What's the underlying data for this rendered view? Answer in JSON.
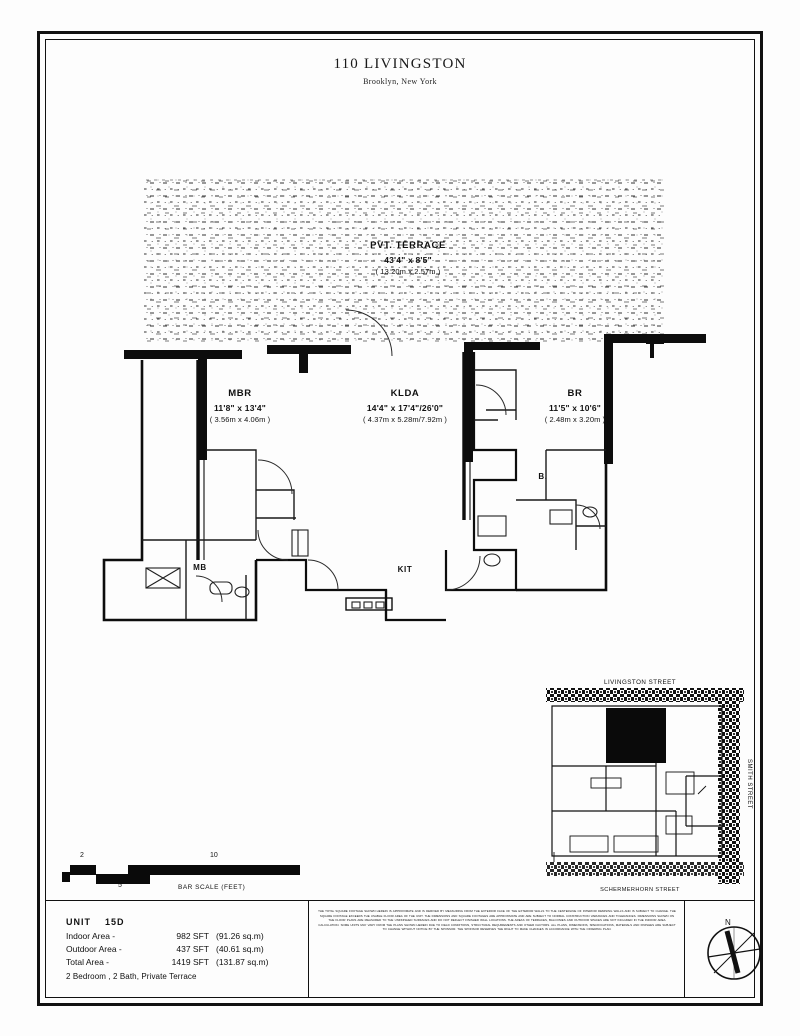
{
  "document": {
    "title": "110 LIVINGSTON",
    "subtitle": "Brooklyn, New York"
  },
  "rooms": [
    {
      "key": "terrace",
      "name": "PVT. TERRACE",
      "dim_ft": "43'4\" x 8'5\"",
      "dim_m": "( 13.20m x 2.57m )"
    },
    {
      "key": "mbr",
      "name": "MBR",
      "dim_ft": "11'8\" x 13'4\"",
      "dim_m": "( 3.56m x 4.06m )"
    },
    {
      "key": "klda",
      "name": "KLDA",
      "dim_ft": "14'4\" x 17'4\"/26'0\"",
      "dim_m": "( 4.37m x 5.28m/7.92m )"
    },
    {
      "key": "br",
      "name": "BR",
      "dim_ft": "11'5\" x 10'6\"",
      "dim_m": "( 2.48m x 3.20m )"
    }
  ],
  "small_rooms": [
    {
      "key": "mb",
      "name": "MB"
    },
    {
      "key": "kit",
      "name": "KIT"
    },
    {
      "key": "b",
      "name": "B."
    }
  ],
  "scale": {
    "ticks": [
      "2",
      "5",
      "10"
    ],
    "caption": "BAR SCALE  (FEET)"
  },
  "unit_info": {
    "unit_label": "UNIT",
    "unit_number": "15D",
    "rows": [
      {
        "label": "Indoor Area  -",
        "sft": "982 SFT",
        "metric": "(91.26 sq.m)"
      },
      {
        "label": "Outdoor Area  -",
        "sft": "437 SFT",
        "metric": "(40.61 sq.m)"
      },
      {
        "label": "Total Area  -",
        "sft": "1419 SFT",
        "metric": "(131.87 sq.m)"
      }
    ],
    "summary": "2 Bedroom , 2 Bath, Private Terrace"
  },
  "disclaimer": "THE TOTAL SQUARE FOOTAGE SHOWN HEREIN IS APPROXIMATE AND IS DERIVED BY MEASURING FROM THE EXTERIOR FACE OF THE EXTERIOR WALLS TO THE CENTERLINE OF INTERIOR DEMISING WALLS AND IS SUBJECT TO CHANGE. THE SQUARE FOOTAGE EXCEEDS THE USABLE FLOOR AREA OF THE UNIT. THE DIMENSIONS AND SQUARE FOOTAGES ARE APPROXIMATE AND ARE SUBJECT TO NORMAL CONSTRUCTION VARIANCES AND TOLERANCES. DIMENSIONS SHOWN ON THE FLOOR PLANS ARE MEASURED TO THE UNFINISHED SURFACES AND DO NOT REFLECT FINISHED WALL LOCATIONS. THE AREAS OF TERRACES, BALCONIES AND OUTDOOR SPACES ARE NOT INCLUDED IN THE INDOOR AREA CALCULATION. SOME UNITS MAY VARY FROM THE PLANS SHOWN HEREIN DUE TO FIELD CONDITIONS, STRUCTURAL REQUIREMENTS AND OTHER FACTORS. ALL PLANS, DIMENSIONS, SPECIFICATIONS, MATERIALS AND FINISHES ARE SUBJECT TO CHANGE WITHOUT NOTICE BY THE SPONSOR. THE SPONSOR RESERVES THE RIGHT TO MAKE CHANGES IN ACCORDANCE WITH THE OFFERING PLAN.",
  "site_map": {
    "streets": [
      {
        "key": "livingston",
        "name": "LIVINGSTON  STREET",
        "orientation": "horizontal-top"
      },
      {
        "key": "smith",
        "name": "SMITH  STREET",
        "orientation": "vertical-right"
      },
      {
        "key": "schermerhorn",
        "name": "SCHERMERHORN  STREET",
        "orientation": "horizontal-bottom"
      }
    ]
  },
  "compass": {
    "north_label": "N"
  },
  "colors": {
    "ink": "#111111",
    "paper": "#fdfdfd",
    "fill_solid": "#0a0a0a"
  }
}
